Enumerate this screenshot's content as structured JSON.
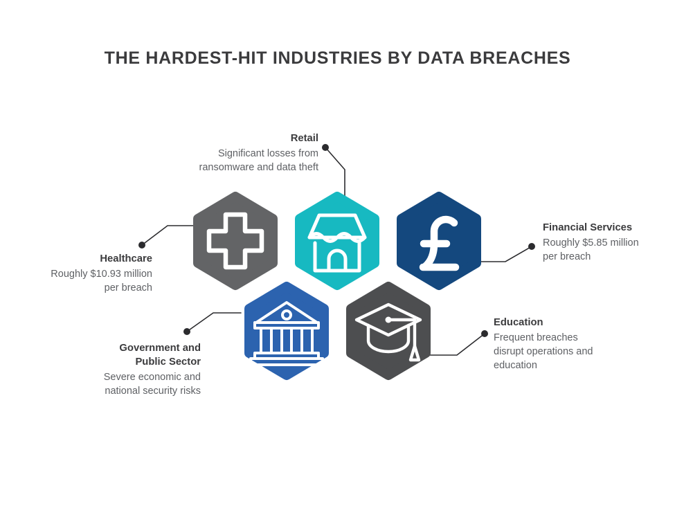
{
  "header": {
    "title": "THE HARDEST-HIT INDUSTRIES BY DATA BREACHES"
  },
  "theme": {
    "background": "#ffffff",
    "title_color": "#3b3b3d",
    "body_text_color": "#5e6064",
    "connector_color": "#2b2b2e"
  },
  "chart_data": {
    "type": "diagram",
    "title": "THE HARDEST-HIT INDUSTRIES BY DATA BREACHES",
    "layout": "hexagon-honeycomb",
    "nodes": [
      {
        "key": "healthcare",
        "label": "Healthcare",
        "description": "Roughly $10.93 million per breach",
        "description_lines": [
          "Roughly $10.93 million",
          "per breach"
        ],
        "icon": "medical-cross-icon",
        "color": "#636466",
        "value_usd_millions": 10.93,
        "align": "right"
      },
      {
        "key": "retail",
        "label": "Retail",
        "description": "Significant losses from ransomware and data theft",
        "description_lines": [
          "Significant losses from",
          "ransomware and data theft"
        ],
        "icon": "storefront-icon",
        "color": "#17b9c1",
        "value_usd_millions": null,
        "align": "right"
      },
      {
        "key": "financial",
        "label": "Financial Services",
        "description": "Roughly $5.85 million per breach",
        "description_lines": [
          "Roughly $5.85 million",
          "per breach"
        ],
        "icon": "pound-sterling-icon",
        "color": "#14487e",
        "value_usd_millions": 5.85,
        "align": "left"
      },
      {
        "key": "government",
        "label": "Government and Public Sector",
        "label_lines": [
          "Government and",
          "Public Sector"
        ],
        "description": "Severe economic and national security risks",
        "description_lines": [
          "Severe economic and",
          "national security risks"
        ],
        "icon": "government-building-icon",
        "color": "#2c63af",
        "value_usd_millions": null,
        "align": "right"
      },
      {
        "key": "education",
        "label": "Education",
        "description": "Frequent breaches disrupt operations and education",
        "description_lines": [
          "Frequent breaches",
          "disrupt operations and",
          "education"
        ],
        "icon": "graduation-cap-icon",
        "color": "#4d4e50",
        "value_usd_millions": null,
        "align": "left"
      }
    ]
  },
  "callouts": {
    "healthcare": {
      "title": "Healthcare",
      "desc": "Roughly $10.93 million\nper breach"
    },
    "retail": {
      "title": "Retail",
      "desc": "Significant losses from\nransomware and data theft"
    },
    "financial": {
      "title": "Financial Services",
      "desc": "Roughly $5.85 million\nper breach"
    },
    "government": {
      "title": "Government and\nPublic Sector",
      "desc": "Severe economic and\nnational security risks"
    },
    "education": {
      "title": "Education",
      "desc": "Frequent breaches\ndisrupt operations and\neducation"
    }
  }
}
